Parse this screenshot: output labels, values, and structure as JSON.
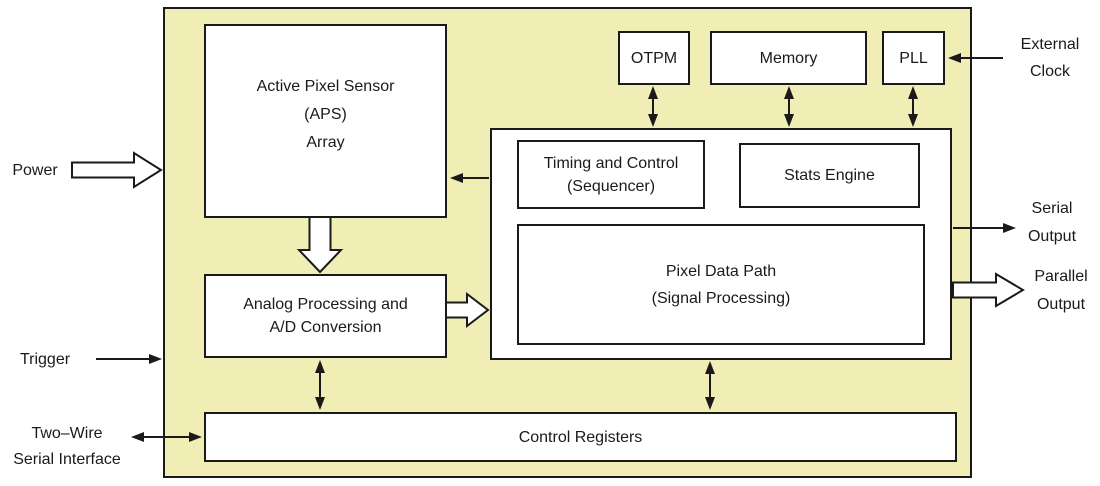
{
  "colors": {
    "chip_fill": "#f1eeb5",
    "box_fill": "#ffffff",
    "line": "#1a1a1a",
    "background": "#ffffff"
  },
  "blocks": {
    "aps": {
      "lines": [
        "Active Pixel Sensor",
        "(APS)",
        "Array"
      ]
    },
    "otpm": {
      "label": "OTPM"
    },
    "memory": {
      "label": "Memory"
    },
    "pll": {
      "label": "PLL"
    },
    "timing": {
      "lines": [
        "Timing and Control",
        "(Sequencer)"
      ]
    },
    "stats": {
      "label": "Stats Engine"
    },
    "pixel_data_path": {
      "lines": [
        "Pixel Data Path",
        "(Signal Processing)"
      ]
    },
    "analog": {
      "lines": [
        "Analog Processing and",
        "A/D Conversion"
      ]
    },
    "control_registers": {
      "label": "Control Registers"
    }
  },
  "labels": {
    "power": {
      "label": "Power"
    },
    "trigger": {
      "label": "Trigger"
    },
    "two_wire": {
      "lines": [
        "Two–Wire",
        "Serial Interface"
      ]
    },
    "external_clock": {
      "lines": [
        "External",
        "Clock"
      ]
    },
    "serial_output": {
      "lines": [
        "Serial",
        "Output"
      ]
    },
    "parallel_output": {
      "lines": [
        "Parallel",
        "Output"
      ]
    }
  }
}
